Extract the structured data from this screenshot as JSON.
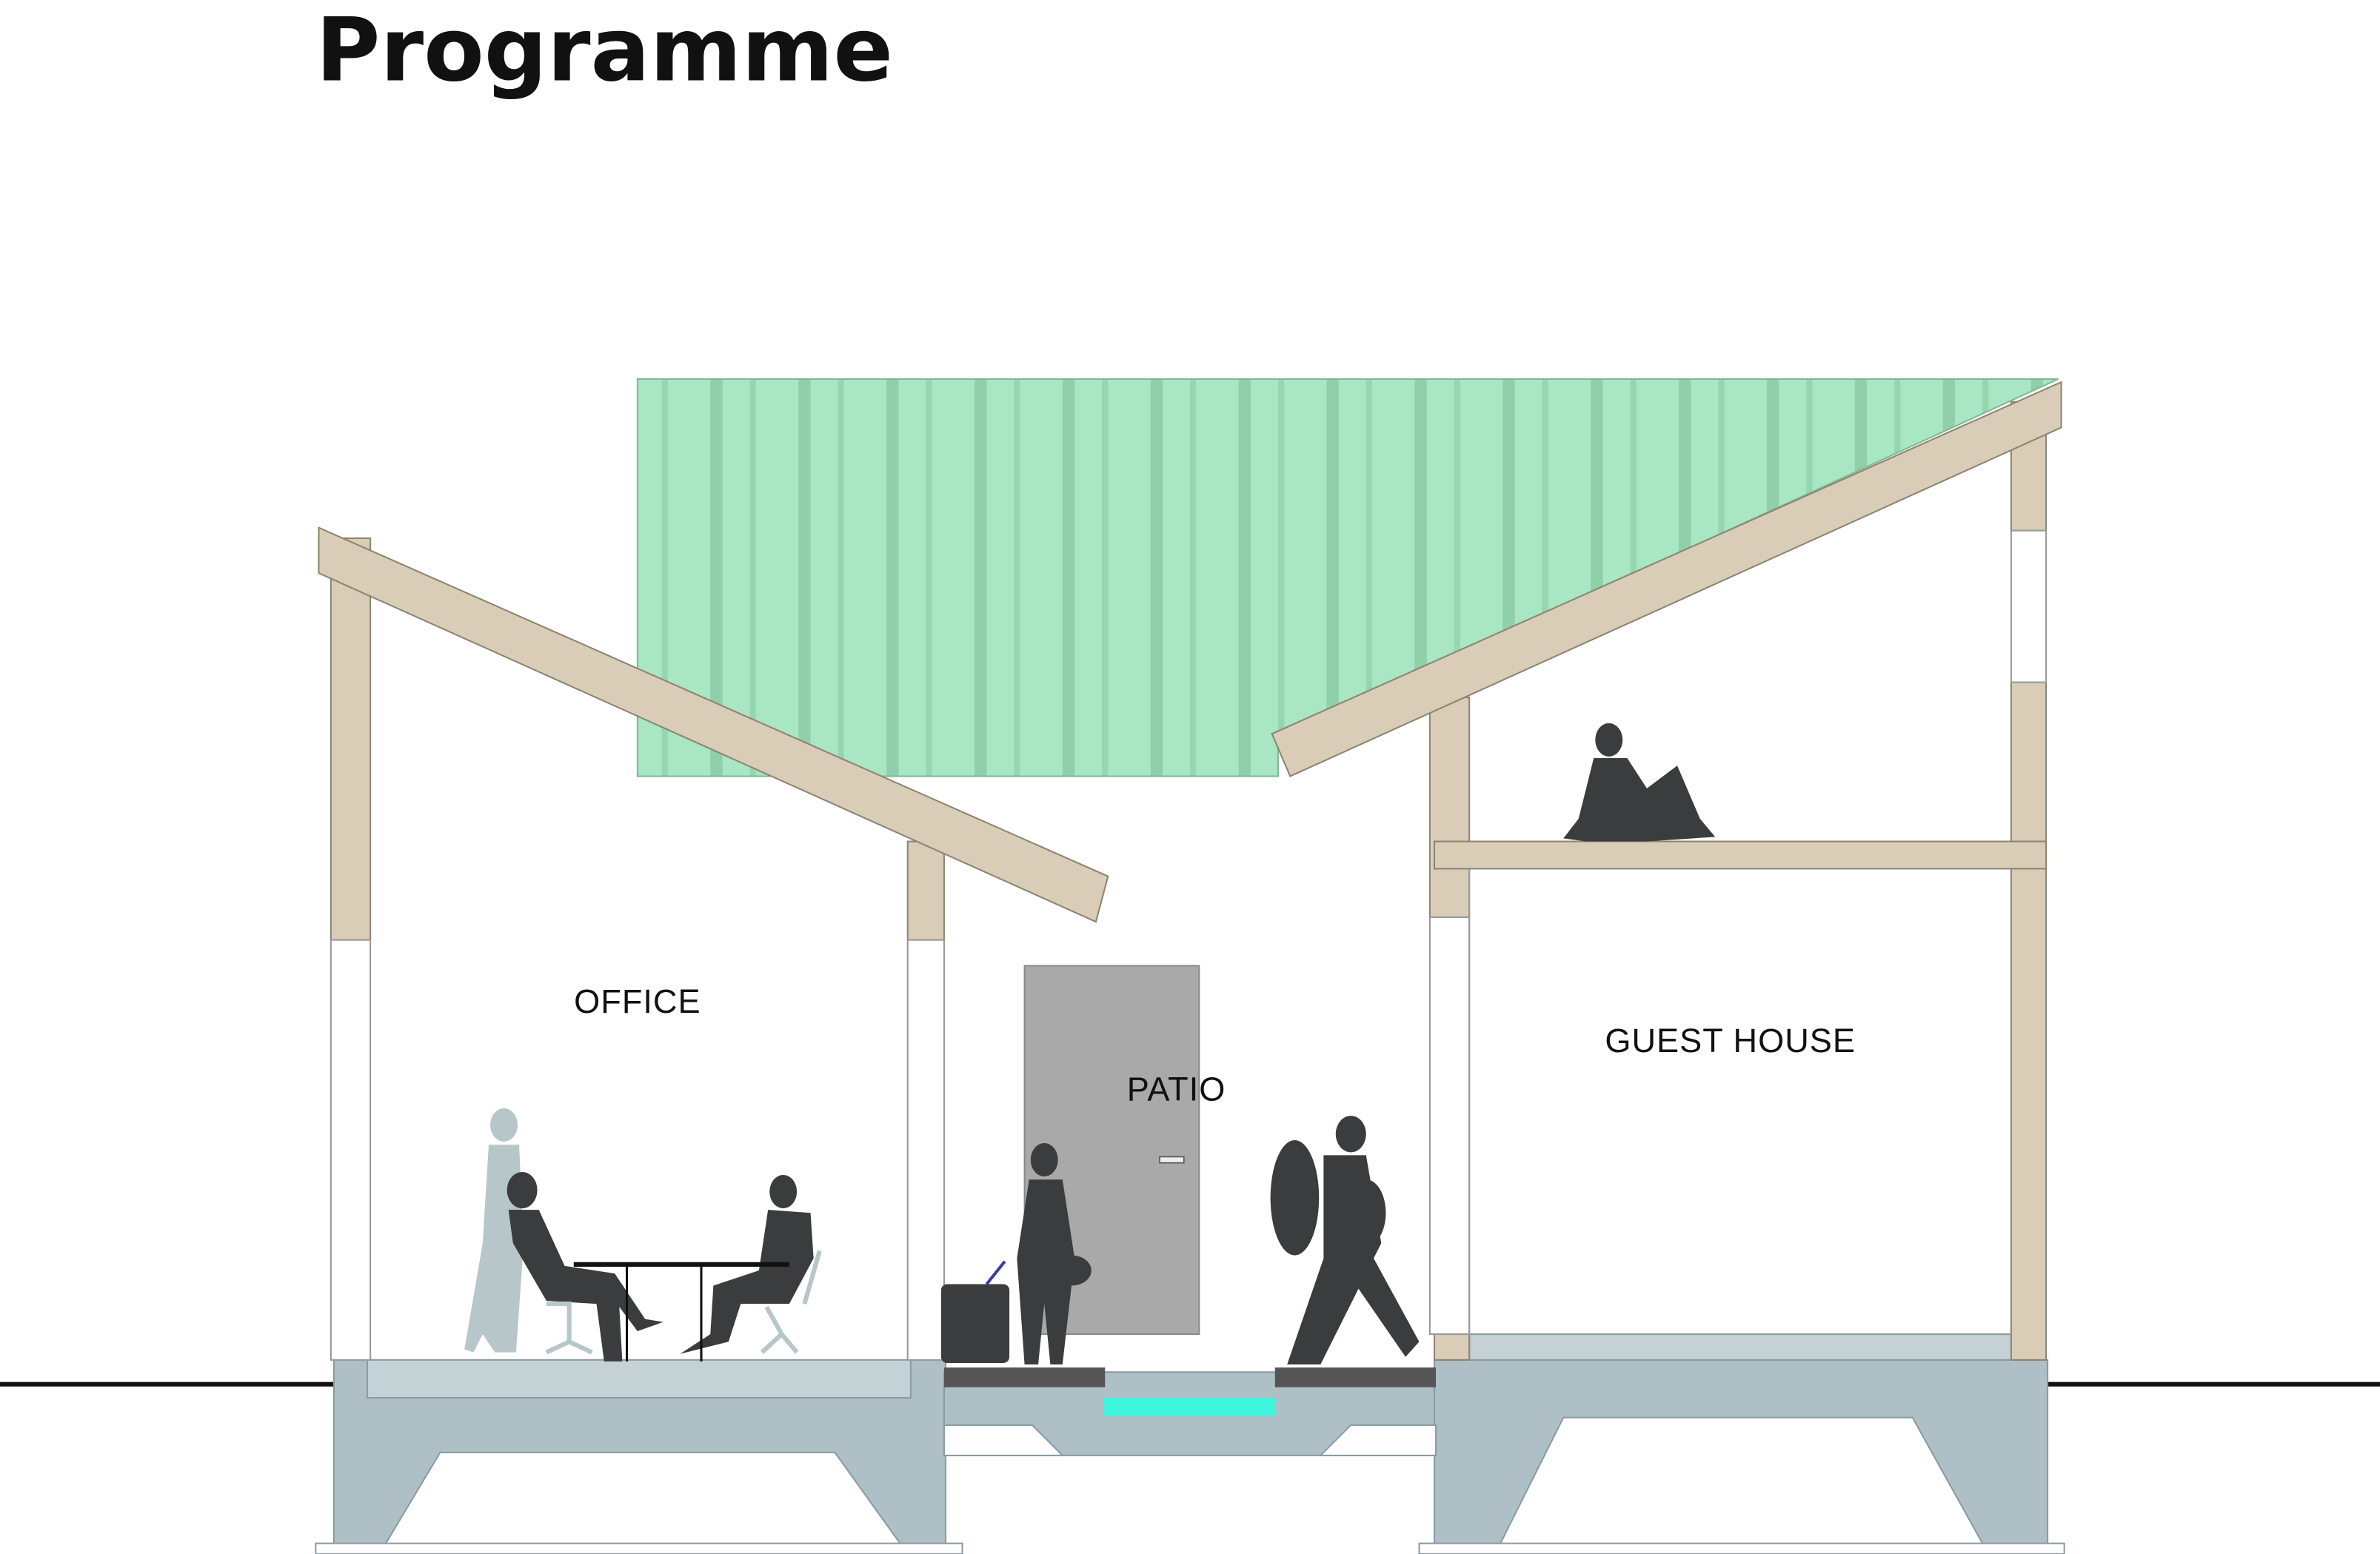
{
  "title": "Programme",
  "rooms": {
    "office": "OFFICE",
    "patio": "PATIO",
    "guest_house": "GUEST HOUSE"
  },
  "colors": {
    "roof_glazing": "#a8e6c4",
    "timber": "#d9cdb8",
    "concrete": "#aebfc5",
    "door": "#a9a9a9",
    "water": "#3ff5dc",
    "silhouette": "#3a3c3d",
    "ghost_silhouette": "#b7c6c9"
  }
}
